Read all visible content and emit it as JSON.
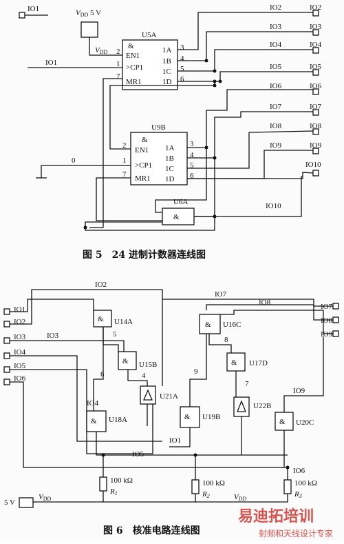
{
  "figure5": {
    "caption": "图 5　24 进制计数器连线图",
    "supply": "V",
    "supply_sub": "DD",
    "supply_value": " 5 V",
    "vdd_pin": "V",
    "vdd_pin_sub": "DD",
    "io_inputs": [
      "IO1",
      "IO1"
    ],
    "ground_net": "0",
    "u5a": {
      "name": "U5A",
      "amp": "&",
      "pins_left": [
        "EN1",
        ">CP1",
        "MR1"
      ],
      "pins_right": [
        "1A",
        "1B",
        "1C",
        "1D"
      ],
      "nums_left": [
        "2",
        "1",
        "7"
      ],
      "nums_right": [
        "3",
        "4",
        "5",
        "6"
      ]
    },
    "u9b": {
      "name": "U9B",
      "amp": "&",
      "pins_left": [
        "EN1",
        ">CP1",
        "MR1"
      ],
      "pins_right": [
        "1A",
        "1B",
        "1C",
        "1D"
      ],
      "nums_left": [
        "2",
        "1",
        "7"
      ],
      "nums_right": [
        "3",
        "4",
        "5",
        "6"
      ]
    },
    "u6a": {
      "name": "U6A",
      "amp": "&"
    },
    "net_labels": [
      "IO2",
      "IO3",
      "IO4",
      "IO5",
      "IO6",
      "IO7",
      "IO8",
      "IO9",
      "IO10"
    ],
    "port_labels": [
      "IO2",
      "IO3",
      "IO4",
      "IO5",
      "IO6",
      "IO7",
      "IO8",
      "IO9",
      "IO10"
    ]
  },
  "figure6": {
    "caption": "图 6　核准电路连线图",
    "left_ports": [
      "IO1",
      "IO2",
      "IO3",
      "IO4",
      "IO5",
      "IO6"
    ],
    "right_ports": [
      "IO7",
      "IO8",
      "IO9"
    ],
    "net_labels": {
      "io2": "IO2",
      "io7": "IO7",
      "io8": "IO8",
      "io3": "IO3",
      "io9": "IO9",
      "io4": "IO4",
      "io1": "IO1",
      "io5": "IO5",
      "io6": "IO6"
    },
    "gates": {
      "u14a": "U14A",
      "u15b": "U15B",
      "u21a": "U21A",
      "u18a": "U18A",
      "u16c": "U16C",
      "u17d": "U17D",
      "u22b": "U22B",
      "u19b": "U19B",
      "u20c": "U20C"
    },
    "gate_symbol_and": "&",
    "gate_symbol_buf": "△",
    "pin_nums": [
      "5",
      "6",
      "4",
      "8",
      "9",
      "7"
    ],
    "resistors": [
      {
        "value": "100 kΩ",
        "name": "R",
        "sub": "1"
      },
      {
        "value": "100 kΩ",
        "name": "R",
        "sub": "2"
      },
      {
        "value": "100 kΩ",
        "name": "R",
        "sub": "3"
      }
    ],
    "supply_label": "5 V",
    "vdd": "V",
    "vdd_sub": "DD"
  },
  "watermark": {
    "brand": "易迪拓培训",
    "subtitle": "射频和天线设计专家"
  }
}
